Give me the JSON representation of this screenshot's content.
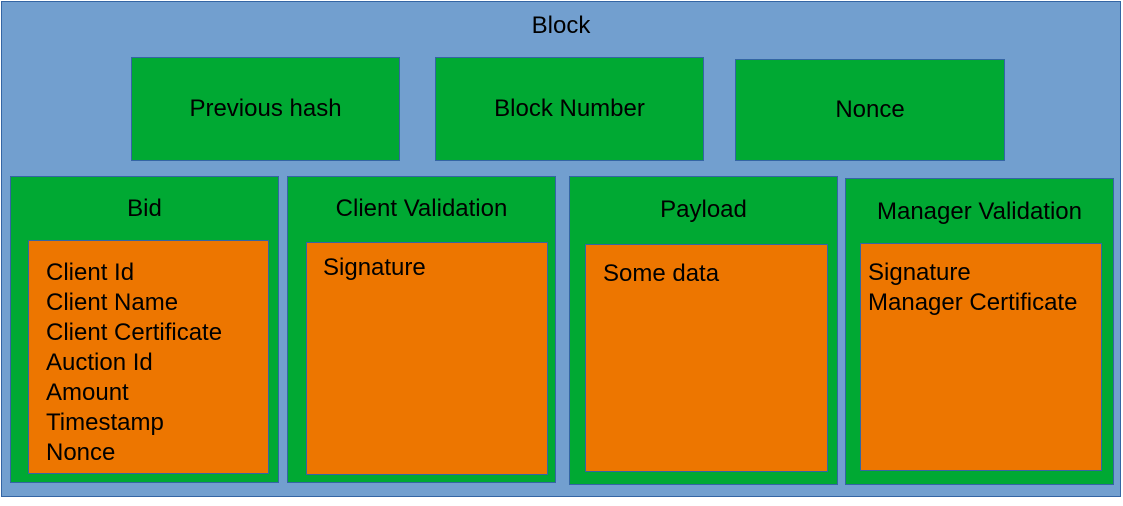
{
  "block": {
    "title": "Block"
  },
  "header": {
    "previous_hash": "Previous hash",
    "block_number": "Block Number",
    "nonce": "Nonce"
  },
  "sections": {
    "bid": {
      "title": "Bid",
      "fields": [
        "Client Id",
        "Client Name",
        "Client Certificate",
        "Auction Id",
        "Amount",
        "Timestamp",
        "Nonce"
      ]
    },
    "client_validation": {
      "title": "Client Validation",
      "fields": [
        "Signature"
      ]
    },
    "payload": {
      "title": "Payload",
      "fields": [
        "Some data"
      ]
    },
    "manager_validation": {
      "title": "Manager Validation",
      "fields": [
        "Signature",
        "Manager Certificate"
      ]
    }
  },
  "colors": {
    "block_fill": "#729fcf",
    "section_fill": "#00a933",
    "content_fill": "#ed7600",
    "border": "#3465a4"
  }
}
